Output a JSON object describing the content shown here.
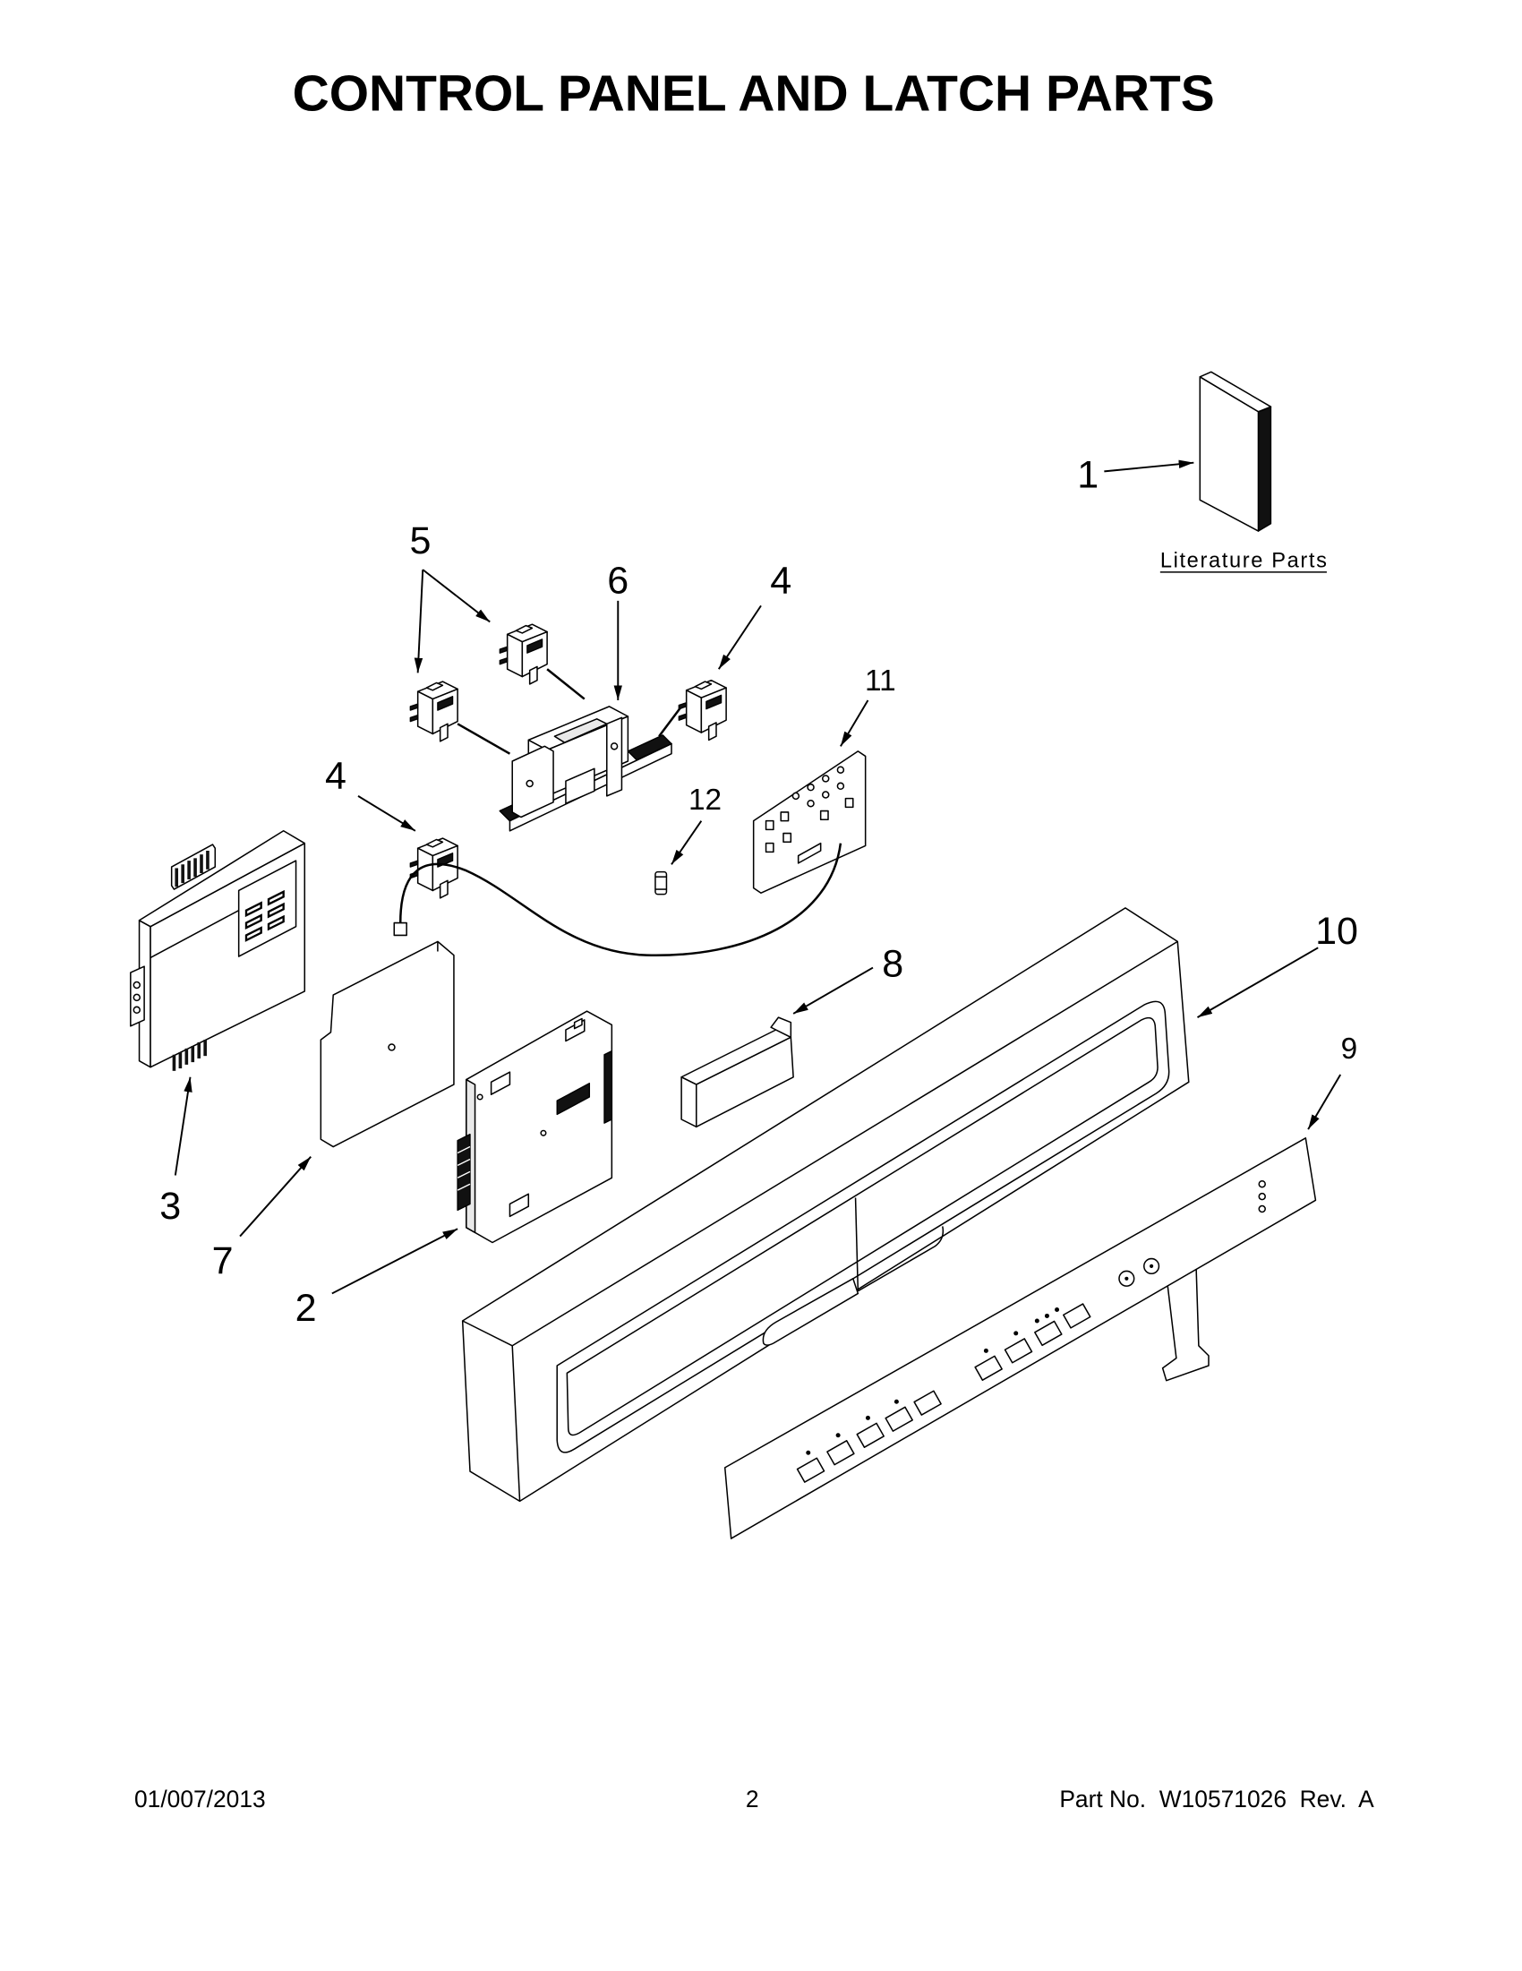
{
  "page": {
    "title": "CONTROL PANEL AND LATCH PARTS"
  },
  "diagram": {
    "literature_parts_label": "Literature Parts",
    "callouts": {
      "part_1": "1",
      "part_2": "2",
      "part_3": "3",
      "part_4_upper": "4",
      "part_4_lower": "4",
      "part_5": "5",
      "part_6": "6",
      "part_7": "7",
      "part_8": "8",
      "part_9": "9",
      "part_10": "10",
      "part_11": "11",
      "part_12": "12"
    },
    "line_color": "#000000",
    "background_color": "#ffffff"
  },
  "footer": {
    "date": "01/007/2013",
    "page_number": "2",
    "part_number": "Part No.  W10571026  Rev.  A"
  }
}
